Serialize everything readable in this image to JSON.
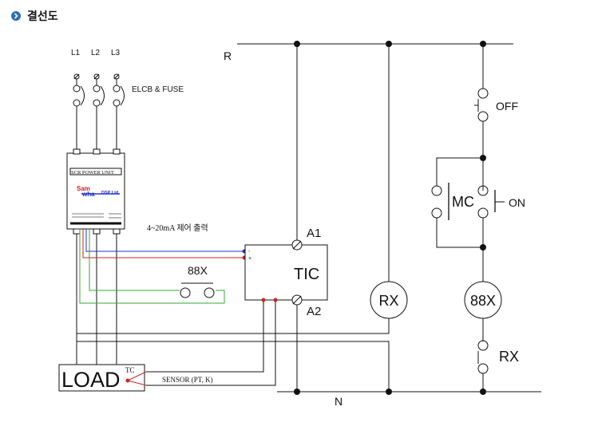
{
  "header": {
    "title": "결선도",
    "bullet_icon": "chevron-right-icon"
  },
  "diagram": {
    "phases": [
      "L1",
      "L2",
      "L3"
    ],
    "breaker_label": "ELCB & FUSE",
    "power_unit_title": "SCR POWER UNIT",
    "brand_top": "Sam",
    "brand_bottom": "wha",
    "brand_model": "DSP Ltd.",
    "control_output_label": "4~20mA 제어 출력",
    "bus_top": "R",
    "bus_bottom": "N",
    "controller": "TIC",
    "terminal_a1": "A1",
    "terminal_a2": "A2",
    "relay_contact": "88X",
    "coil_rx": "RX",
    "coil_88x": "88X",
    "off_label": "OFF",
    "on_label": "ON",
    "mc_label": "MC",
    "rx_contact_label": "RX",
    "load_label": "LOAD",
    "tc_label": "TC",
    "sensor_label": "SENSOR  (PT, K)",
    "polarity_minus": "-",
    "polarity_plus": "+",
    "colors": {
      "signal_blue": "#2233cc",
      "signal_red": "#cc2222",
      "relay_green": "#33aa33",
      "line": "#111111",
      "accent": "#2a6ebb"
    }
  }
}
